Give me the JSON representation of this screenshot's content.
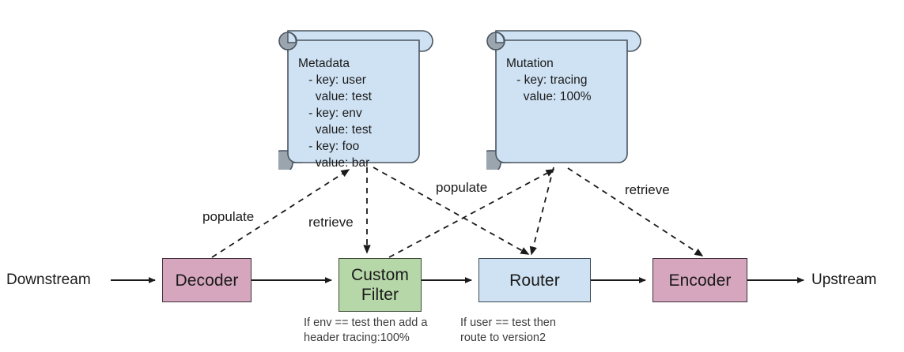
{
  "diagram": {
    "title": "Envoy filter chain with metadata and mutation scrolls",
    "colors": {
      "pink": "#d5a6bd",
      "green": "#b6d7a8",
      "blue": "#cfe2f3",
      "scroll_fill": "#cfe2f3",
      "scroll_curl": "#9aa5ad",
      "stroke": "#333333",
      "background": "#ffffff"
    },
    "endpoints": {
      "downstream": "Downstream",
      "upstream": "Upstream"
    },
    "boxes": [
      {
        "id": "decoder",
        "label": "Decoder",
        "color": "pink"
      },
      {
        "id": "custom-filter",
        "label": "Custom\nFilter",
        "color": "green"
      },
      {
        "id": "router",
        "label": "Router",
        "color": "blue"
      },
      {
        "id": "encoder",
        "label": "Encoder",
        "color": "pink"
      }
    ],
    "box_labels": {
      "decoder": "Decoder",
      "custom_filter_line1": "Custom",
      "custom_filter_line2": "Filter",
      "router": "Router",
      "encoder": "Encoder"
    },
    "scrolls": [
      {
        "id": "metadata",
        "title": "Metadata",
        "entries": [
          {
            "key": "user",
            "value": "test"
          },
          {
            "key": "env",
            "value": "test"
          },
          {
            "key": "foo",
            "value": "bar"
          }
        ],
        "text": "Metadata\n   - key: user\n     value: test\n   - key: env\n     value: test\n   - key: foo\n     value: bar"
      },
      {
        "id": "mutation",
        "title": "Mutation",
        "entries": [
          {
            "key": "tracing",
            "value": "100%"
          }
        ],
        "text": "Mutation\n   - key: tracing\n     value: 100%"
      }
    ],
    "edge_labels": {
      "populate_left": "populate",
      "retrieve_left": "retrieve",
      "populate_right": "populate",
      "retrieve_right": "retrieve"
    },
    "captions": {
      "custom_filter": "If env == test then add a\nheader tracing:100%",
      "router": "If user == test then\nroute to version2"
    }
  }
}
